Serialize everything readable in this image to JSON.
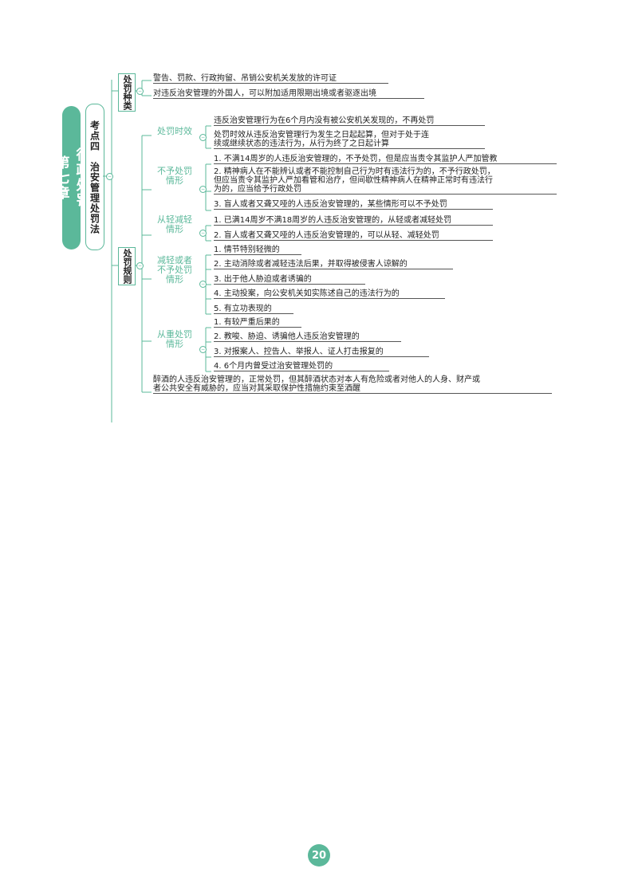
{
  "chapter": {
    "part1": "第七章",
    "part2": "行政处罚"
  },
  "topic": "考点四　治安管理处罚法",
  "penalty_types": {
    "label": "处罚种类",
    "items": [
      "警告、罚款、行政拘留、吊销公安机关发放的许可证",
      "对违反治安管理的外国人，可以附加适用限期出境或者驱逐出境"
    ]
  },
  "penalty_rules": {
    "label": "处罚规则",
    "groups": [
      {
        "label": "处罚时效",
        "items": [
          "违反治安管理行为在6个月内没有被公安机关发现的，不再处罚",
          "处罚时效从违反治安管理行为发生之日起起算，但对于处于连|续或继续状态的违法行为，从行为终了之日起计算"
        ]
      },
      {
        "label": "不予处罚|情形",
        "items": [
          "1. 不满14周岁的人违反治安管理的，不予处罚，但是应当责令其监护人严加管教",
          "2. 精神病人在不能辨认或者不能控制自己行为时有违法行为的，不予行政处罚，|但应当责令其监护人严加看管和治疗，但间歇性精神病人在精神正常时有违法行|为的，应当给予行政处罚",
          "3. 盲人或者又聋又哑的人违反治安管理的，某些情形可以不予处罚"
        ]
      },
      {
        "label": "从轻减轻|情形",
        "items": [
          "1. 已满14周岁不满18周岁的人违反治安管理的，从轻或者减轻处罚",
          "2. 盲人或者又聋又哑的人违反治安管理的，可以从轻、减轻处罚"
        ]
      },
      {
        "label": "减轻或者|不予处罚|情形",
        "items": [
          "1. 情节特别轻微的",
          "2. 主动消除或者减轻违法后果，并取得被侵害人谅解的",
          "3. 出于他人胁迫或者诱骗的",
          "4. 主动投案，向公安机关如实陈述自己的违法行为的",
          "5. 有立功表现的"
        ]
      },
      {
        "label": "从重处罚|情形",
        "items": [
          "1. 有较严重后果的",
          "2. 教唆、胁迫、诱骗他人违反治安管理的",
          "3. 对报案人、控告人、举报人、证人打击报复的",
          "4. 6个月内曾受过治安管理处罚的"
        ]
      }
    ],
    "drunk_rule": "醉酒的人违反治安管理的，正常处罚，但其醉酒状态对本人有危险或者对他人的人身、财产或|者公共安全有威胁的，应当对其采取保护性措施约束至酒醒"
  },
  "page_number": "20",
  "colors": {
    "accent": "#5bb89a",
    "line": "#555555"
  }
}
